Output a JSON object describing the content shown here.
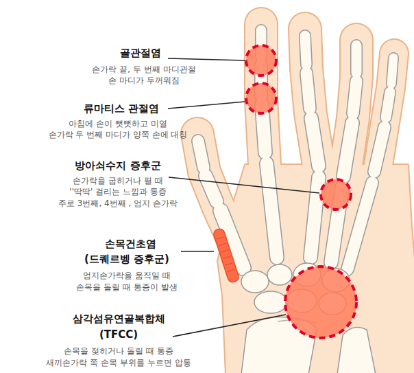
{
  "diagram": {
    "labels": [
      "골관절염",
      "손가락 끝, 두 번째 마디관절",
      "손 마디가 두꺼워짐",
      "류마티스 관절염",
      "아침에 손이 뻣뻣하고 미열",
      "손가락 두 번째 마디가 양쪽 손에 대칭",
      "방아쇠수지 증후군",
      "손가락을 굽히거나 펼 때",
      "''딱딱' 걸리는 느낌과 통증",
      "주로 3번째, 4번째 , 엄지 손가락",
      "손목건초염",
      "(드퀘르벵 증후군)",
      "엄지손가락을 움직일 때",
      "손목을 돌릴 때 통증이 발생",
      "삼각섬유연골복합체",
      "(TFCC)",
      "손목을 젖히거나 돌릴 때 통증",
      "새끼손가락 쪽 손목 부위를 누르면 압통"
    ]
  }
}
